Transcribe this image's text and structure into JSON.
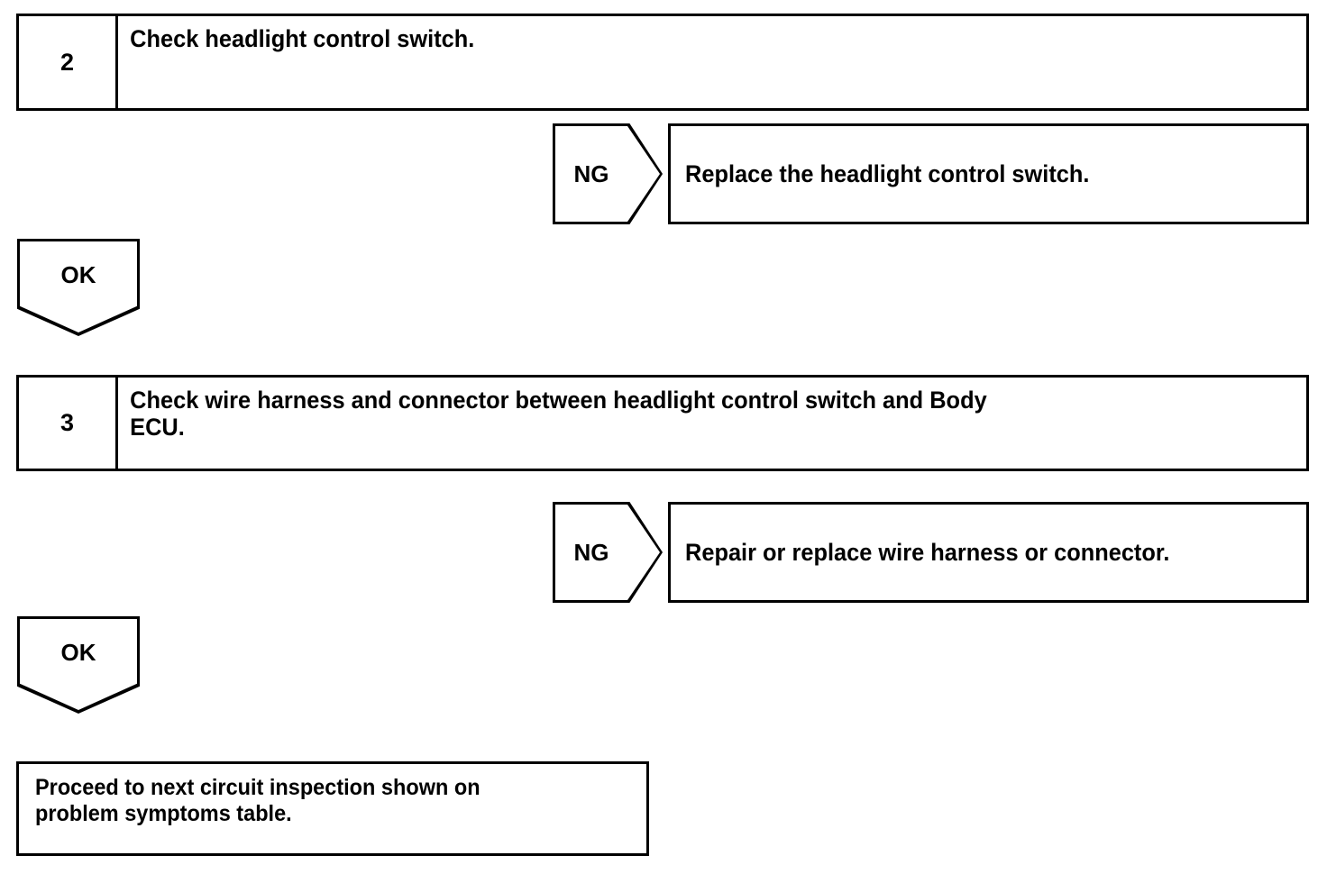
{
  "document": {
    "type": "troubleshooting-flowchart",
    "line_color": "#000000",
    "background_color": "#ffffff",
    "text_color": "#000000"
  },
  "steps": [
    {
      "number": "2",
      "instruction": "Check headlight control switch.",
      "branch_ng": {
        "label": "NG",
        "action": "Replace the headlight control switch."
      },
      "branch_ok": {
        "label": "OK"
      }
    },
    {
      "number": "3",
      "instruction": "Check wire harness and connector between headlight control switch and Body\nECU.",
      "branch_ng": {
        "label": "NG",
        "action": "Repair or replace wire harness or connector."
      },
      "branch_ok": {
        "label": "OK"
      }
    }
  ],
  "final": {
    "text": "Proceed to next circuit inspection shown on\nproblem symptoms table."
  }
}
